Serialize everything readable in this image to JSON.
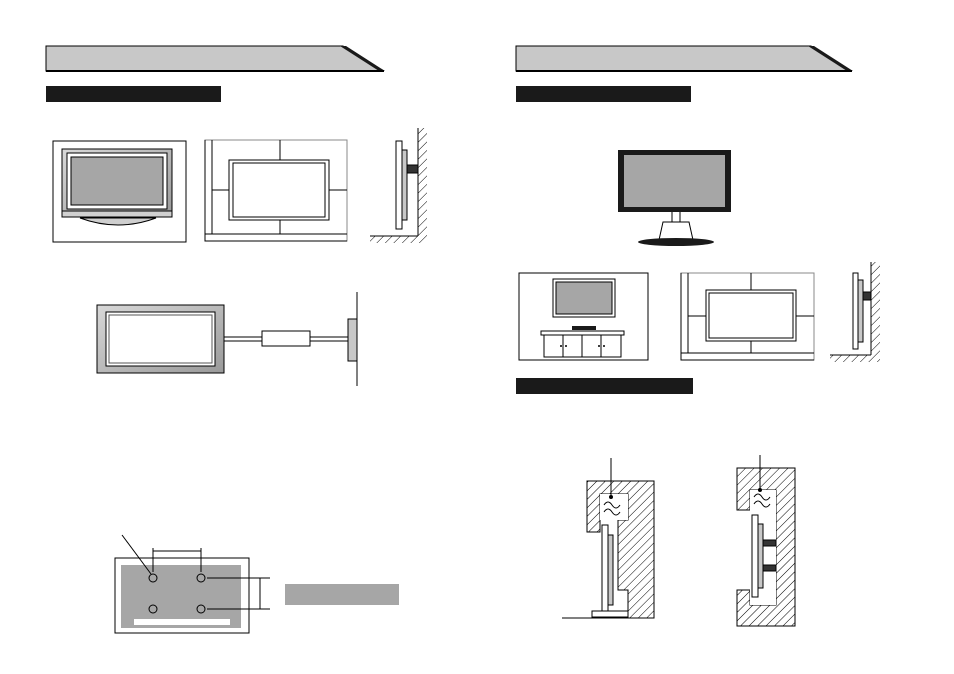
{
  "pages": [
    {
      "name": "left-manual-page",
      "figures": [
        "tv-with-stand",
        "wall-clearance-front-view",
        "wall-mount-side-profile",
        "wall-arm-mount",
        "vesa-hole-pattern"
      ]
    },
    {
      "name": "right-manual-page",
      "figures": [
        "desktop-tv-on-stand",
        "tv-on-cabinet",
        "tv-clearance-front",
        "tv-side-wall-profile",
        "ventilation-section-stand",
        "ventilation-section-wall"
      ]
    }
  ],
  "colors": {
    "header_bar": "#c8c8c8",
    "section_bar": "#1a1a1a",
    "screen_gray": "#a6a6a6",
    "label_box": "#a6a6a6",
    "line": "#000000"
  }
}
